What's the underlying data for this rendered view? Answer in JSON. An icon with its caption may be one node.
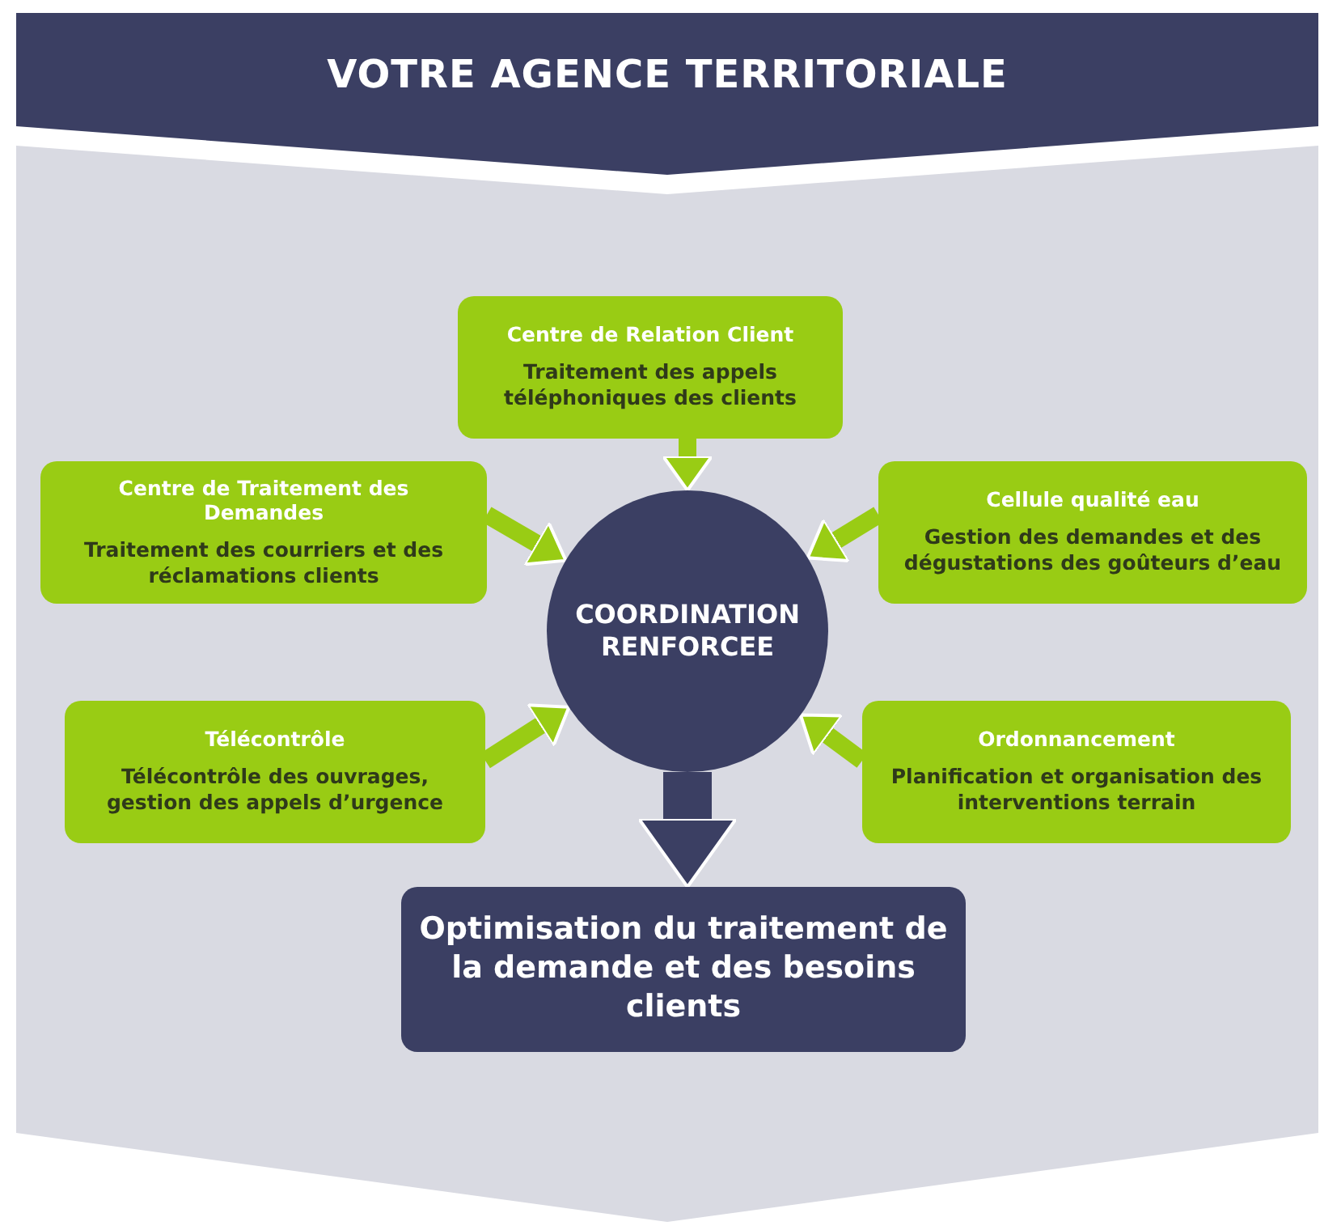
{
  "diagram": {
    "title": "VOTRE AGENCE TERRITORIALE",
    "nodes": [
      {
        "text": [
          "Centre de Relation Client",
          "Traitement des appels téléphoniques des clients"
        ]
      },
      {
        "text": [
          "Centre de Traitement des Demandes",
          "Traitement des courriers et des réclamations clients"
        ]
      },
      {
        "text": [
          "Cellule qualité eau",
          "Gestion des demandes et des dégustations des goûteurs d’eau"
        ]
      },
      {
        "text": [
          "COORDINATION RENFORCEE"
        ]
      },
      {
        "text": [
          "Télécontrôle",
          "Télécontrôle des ouvrages, gestion des appels d’urgence"
        ]
      },
      {
        "text": [
          "Ordonnancement",
          "Planification et organisation des interventions terrain"
        ]
      },
      {
        "text": [
          "Optimisation du traitement de la demande et des besoins clients"
        ]
      }
    ],
    "edges": [
      {
        "from": 0,
        "to": 3,
        "arrow": "to"
      },
      {
        "from": 1,
        "to": 3,
        "arrow": "to"
      },
      {
        "from": 2,
        "to": 3,
        "arrow": "to"
      },
      {
        "from": 4,
        "to": 3,
        "arrow": "to"
      },
      {
        "from": 5,
        "to": 3,
        "arrow": "to"
      },
      {
        "from": 3,
        "to": 6,
        "arrow": "to",
        "style": "thick",
        "color": "#3b3f63"
      }
    ]
  }
}
